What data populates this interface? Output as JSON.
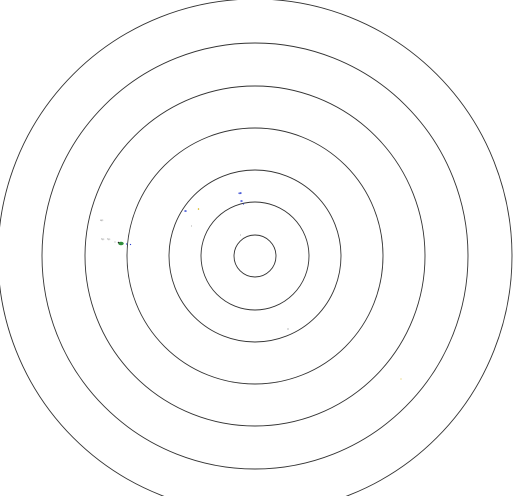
{
  "diagram": {
    "kind": "concentric-ring-target",
    "ring_count": 7,
    "ring_color": "#333333",
    "background_color": "#ffffff",
    "marker_colors": {
      "blue": "#2b3fd0",
      "green": "#2f8f3a",
      "yellow": "#d4b000",
      "gray": "#8a8a8a",
      "black": "#222222"
    },
    "labels": [
      {
        "text": "ap",
        "color": "gray"
      },
      {
        "text": "hp",
        "color": "gray"
      },
      {
        "text": "hp",
        "color": "gray"
      },
      {
        "text": "ap",
        "color": "blue"
      }
    ]
  }
}
